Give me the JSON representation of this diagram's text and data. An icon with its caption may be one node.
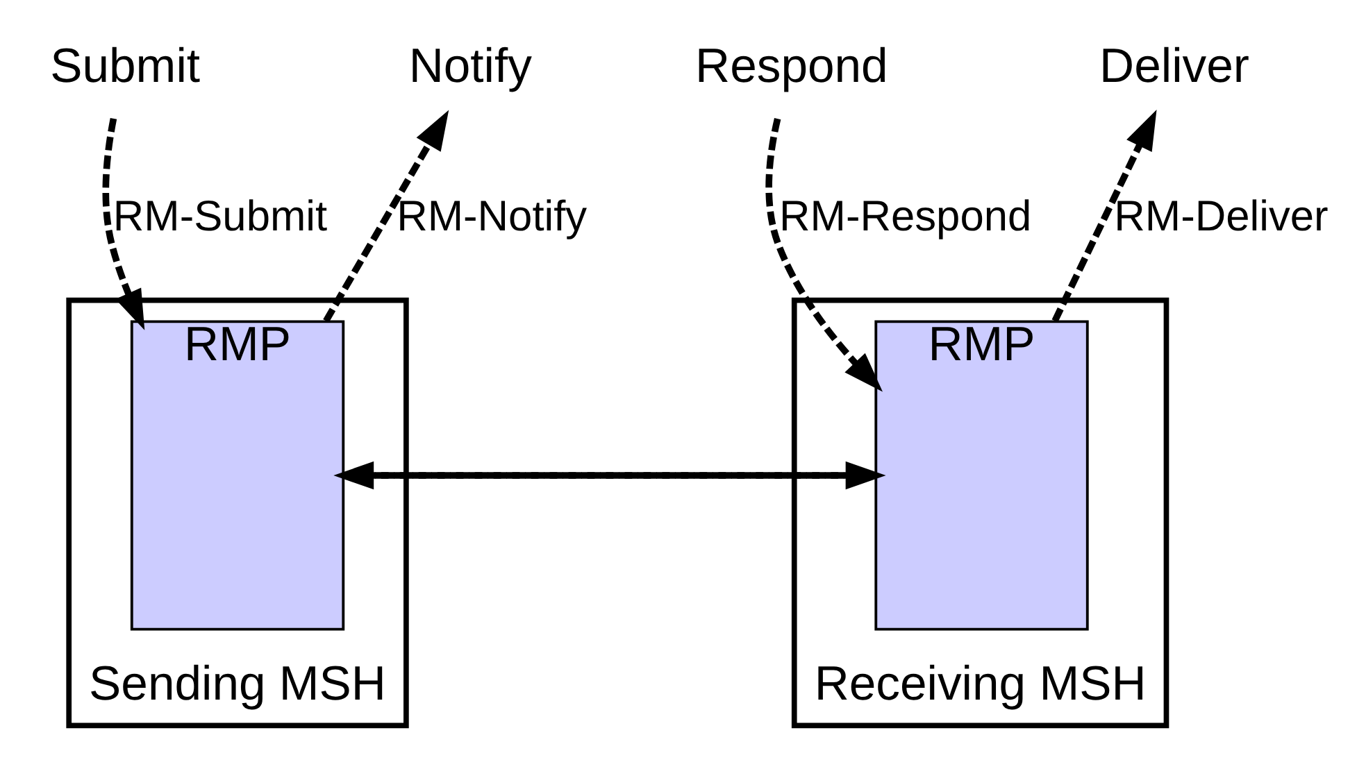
{
  "diagram": {
    "nodes": [
      {
        "text": [
          "Submit"
        ]
      },
      {
        "text": [
          "Notify"
        ]
      },
      {
        "text": [
          "Respond"
        ]
      },
      {
        "text": [
          "Deliver"
        ]
      },
      {
        "text": [
          "Sending MSH"
        ]
      },
      {
        "text": [
          "RMP"
        ],
        "in": 4
      },
      {
        "text": [
          "Receiving MSH"
        ]
      },
      {
        "text": [
          "RMP"
        ],
        "in": 6
      }
    ],
    "edges": [
      {
        "from": 0,
        "to": 5,
        "arrow": "to",
        "label": "RM-Submit",
        "style": "dashed"
      },
      {
        "from": 5,
        "to": 1,
        "arrow": "to",
        "label": "RM-Notify",
        "style": "dashed"
      },
      {
        "from": 7,
        "to": 5,
        "arrow": "to",
        "style": "dashed"
      },
      {
        "from": 5,
        "to": 7,
        "arrow": "to",
        "style": "dashed"
      },
      {
        "from": 2,
        "to": 7,
        "arrow": "to",
        "label": "RM-Respond",
        "style": "dashed"
      },
      {
        "from": 7,
        "to": 3,
        "arrow": "to",
        "label": "RM-Deliver",
        "style": "dashed"
      }
    ]
  }
}
